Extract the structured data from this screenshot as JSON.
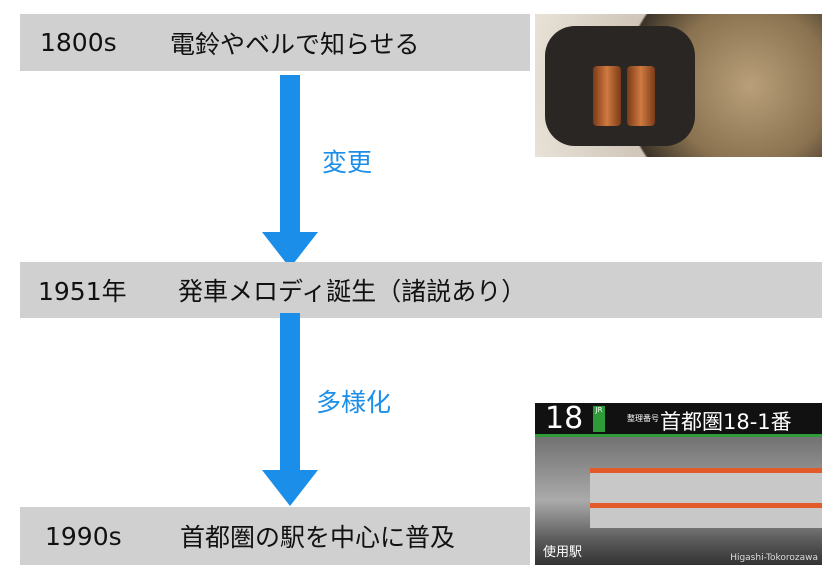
{
  "timeline": [
    {
      "year": "1800s",
      "text": "電鈴やベルで知らせる"
    },
    {
      "year": "1951年",
      "text": "発車メロディ誕生（諸説あり）"
    },
    {
      "year": "1990s",
      "text": "首都圏の駅を中心に普及"
    }
  ],
  "transitions": [
    "変更",
    "多様化"
  ],
  "train_photo": {
    "number": "18",
    "badge": "JR",
    "seiri_label": "整理番号",
    "code": "首都圏18-1番",
    "use_label": "使用駅",
    "station": "Higashi-Tokorozawa"
  },
  "colors": {
    "accent": "#1a8ee8",
    "bar": "#d0d0d0"
  }
}
